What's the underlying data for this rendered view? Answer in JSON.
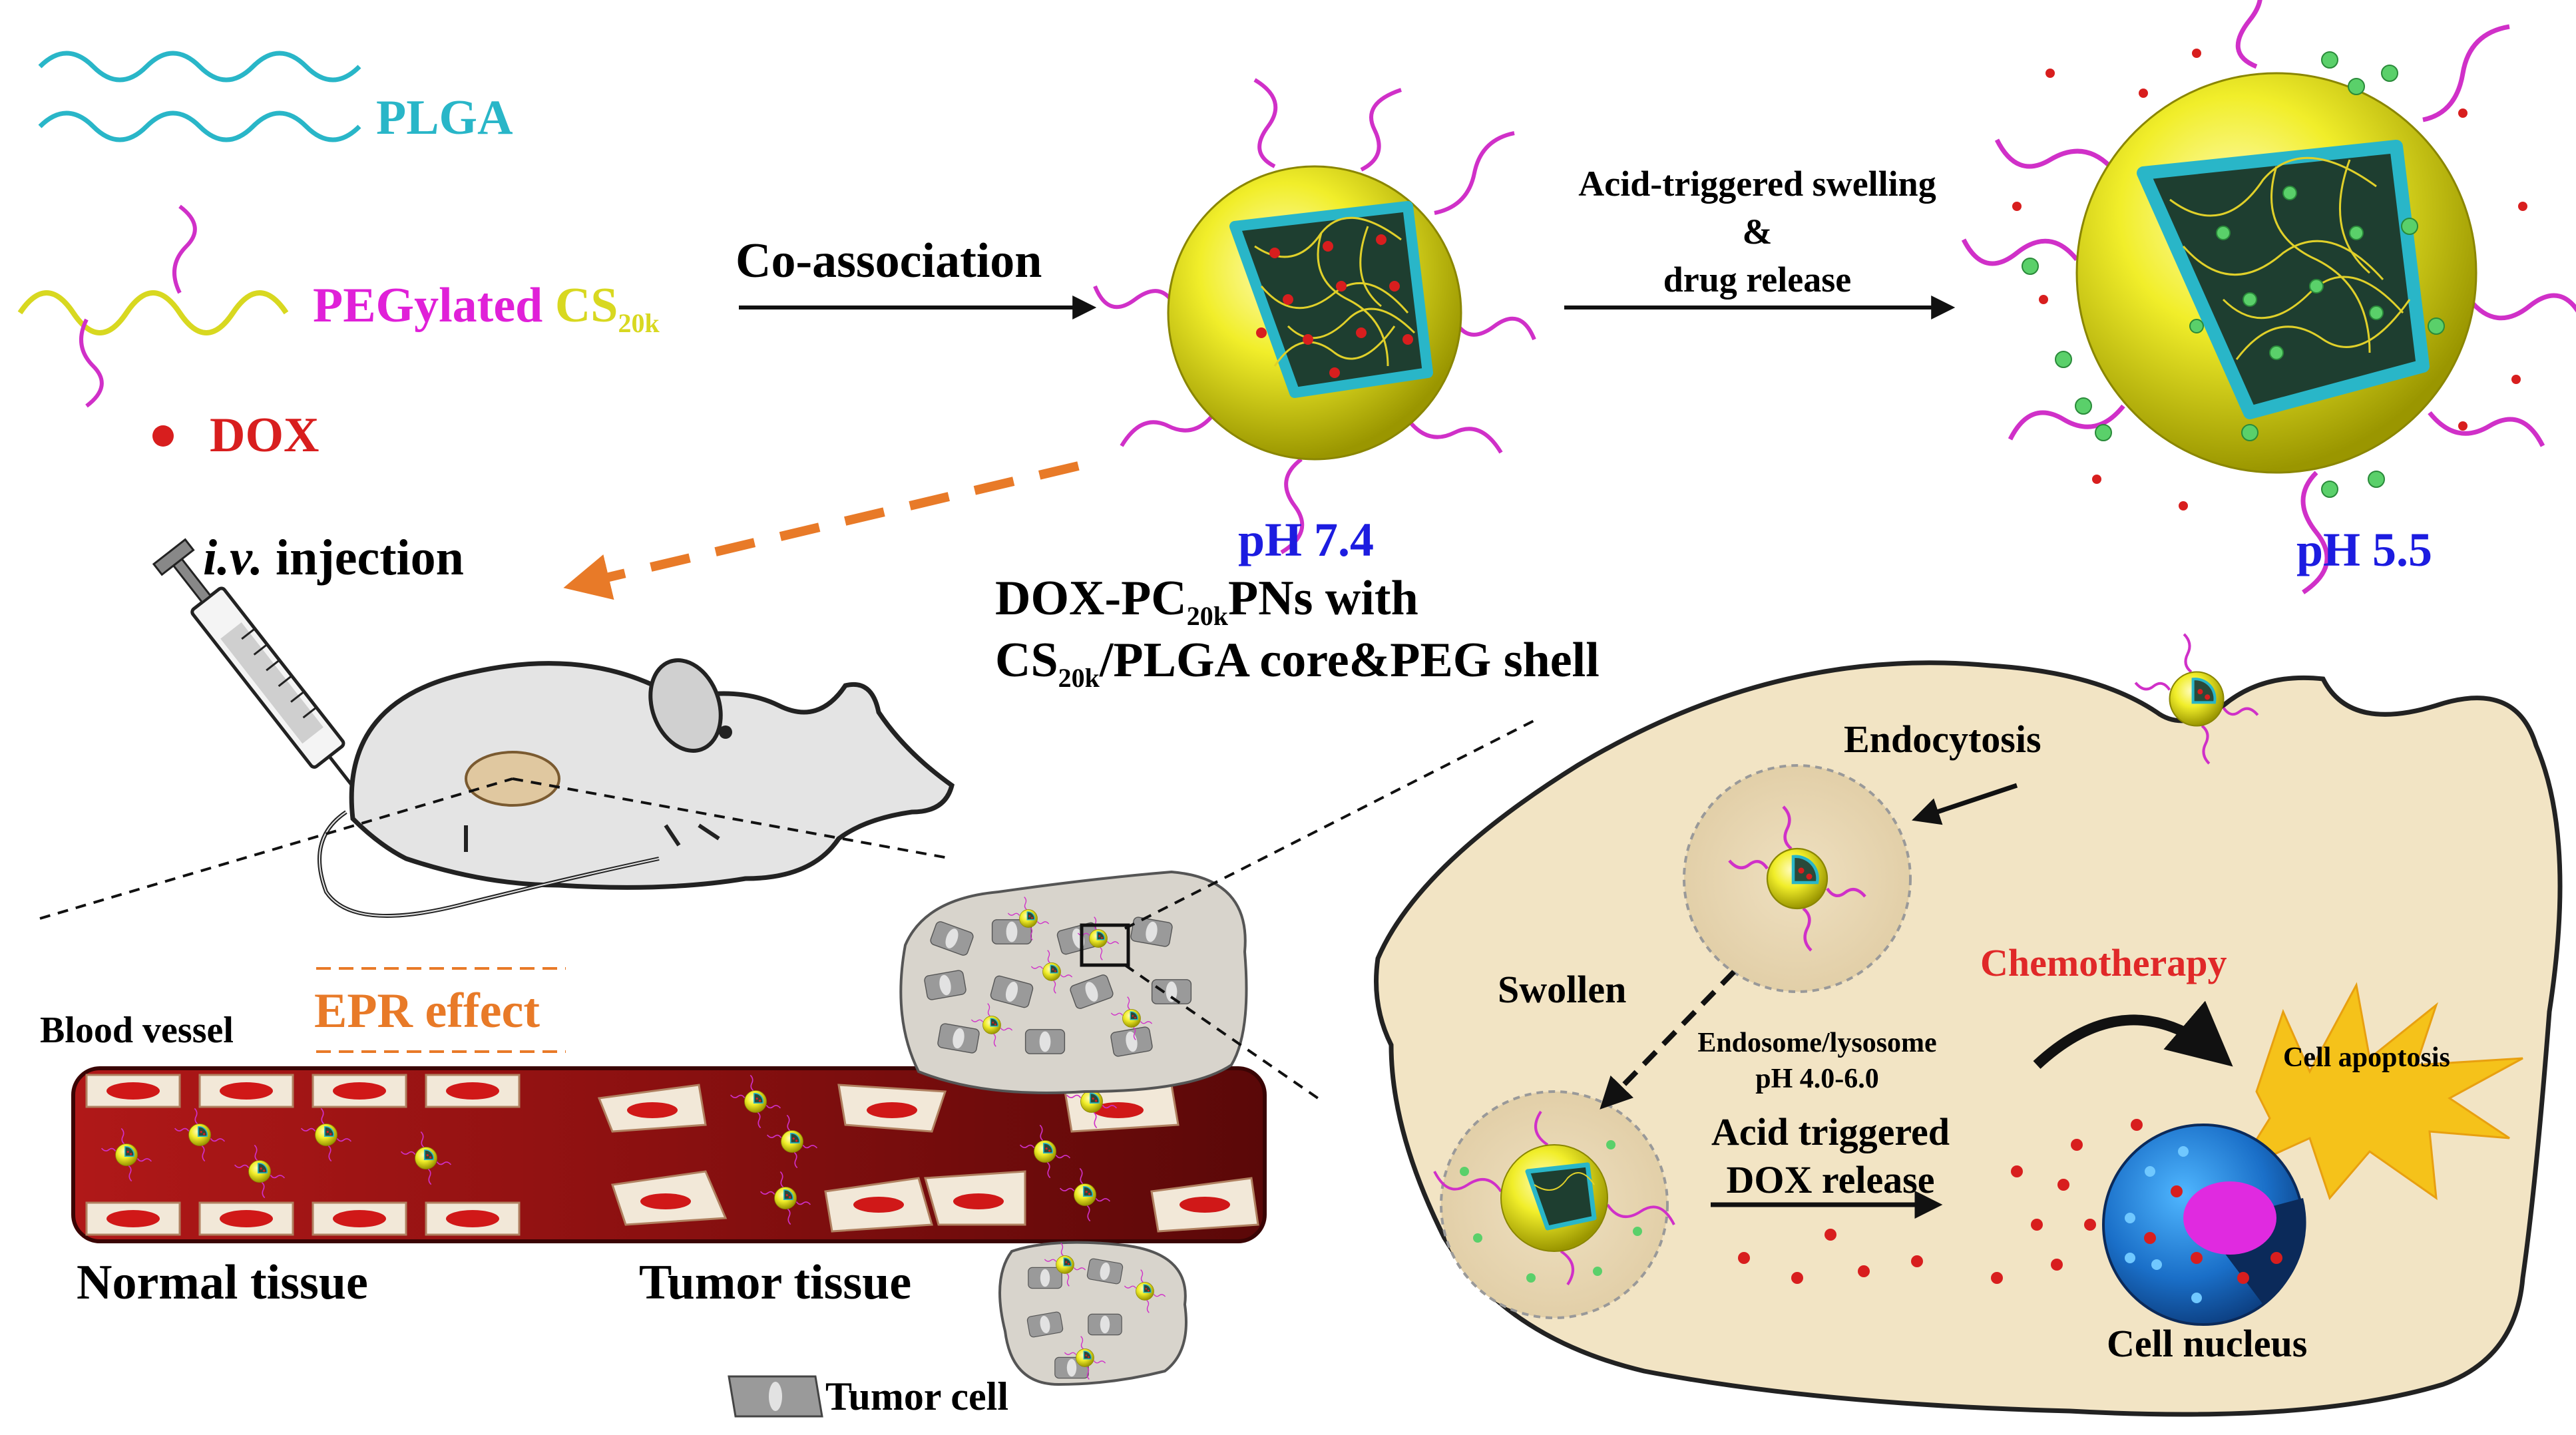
{
  "legend": {
    "plga": "PLGA",
    "peg_prefix": "PEGylated",
    "cs": "CS",
    "cs_sub": "20k",
    "dox": "DOX"
  },
  "synthesis": {
    "coassociation": "Co-association",
    "release_line1": "Acid-triggered swelling",
    "release_line2": "&",
    "release_line3": "drug release",
    "ph_neutral": "pH 7.4",
    "ph_acid": "pH 5.5",
    "np_line1_a": "DOX-PC",
    "np_line1_sub": "20k",
    "np_line1_b": "PNs with",
    "np_line2_a": "CS",
    "np_line2_sub": "20k",
    "np_line2_b": "/PLGA core&PEG shell"
  },
  "injection": {
    "iv": "i.v.",
    "rest": " injection"
  },
  "vessel": {
    "blood_vessel": "Blood vessel",
    "epr": "EPR effect",
    "normal": "Normal tissue",
    "tumor": "Tumor tissue",
    "tumor_cell": "Tumor cell"
  },
  "cell": {
    "endocytosis": "Endocytosis",
    "swollen": "Swollen",
    "endosome": "Endosome/lysosome",
    "endosome_ph": "pH 4.0-6.0",
    "acid_line1": "Acid triggered",
    "acid_line2": "DOX release",
    "chemo": "Chemotherapy",
    "apoptosis": "Cell apoptosis",
    "nucleus": "Cell nucleus"
  },
  "colors": {
    "plga": "#29b6c8",
    "peg": "#e020d8",
    "cs": "#d8d820",
    "dox": "#d81e1e",
    "ph": "#1c1ce0",
    "epr": "#e87a28",
    "chemo": "#e02828",
    "vessel": "#8a1010",
    "cell": "#f2e4c4"
  }
}
